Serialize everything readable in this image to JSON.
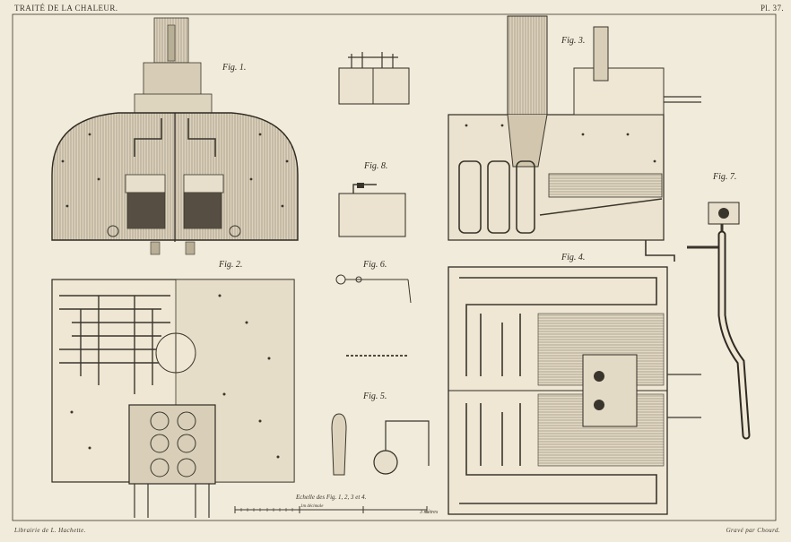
{
  "header": {
    "title": "TRAITÉ DE LA CHALEUR.",
    "plate_number": "Pl. 37."
  },
  "figures": {
    "fig1": "Fig. 1.",
    "fig2": "Fig. 2.",
    "fig3": "Fig. 3.",
    "fig4": "Fig. 4.",
    "fig5": "Fig. 5.",
    "fig6": "Fig. 6.",
    "fig7": "Fig. 7.",
    "fig8": "Fig. 8."
  },
  "scale": {
    "title": "Echelle des Fig. 1, 2, 3 et 4.",
    "unit": "1m décimale",
    "end_label": "3 mètres"
  },
  "footer": {
    "publisher": "Librairie de L. Hachette.",
    "engraver": "Gravé par Chourd."
  },
  "colors": {
    "paper": "#f1ebdb",
    "ink": "#3a352c"
  }
}
